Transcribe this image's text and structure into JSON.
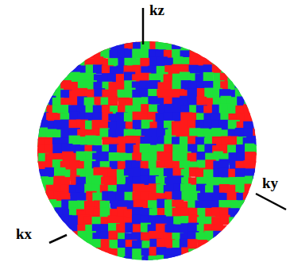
{
  "diagram": {
    "labels": [
      "kz",
      "ky",
      "kx"
    ]
  }
}
